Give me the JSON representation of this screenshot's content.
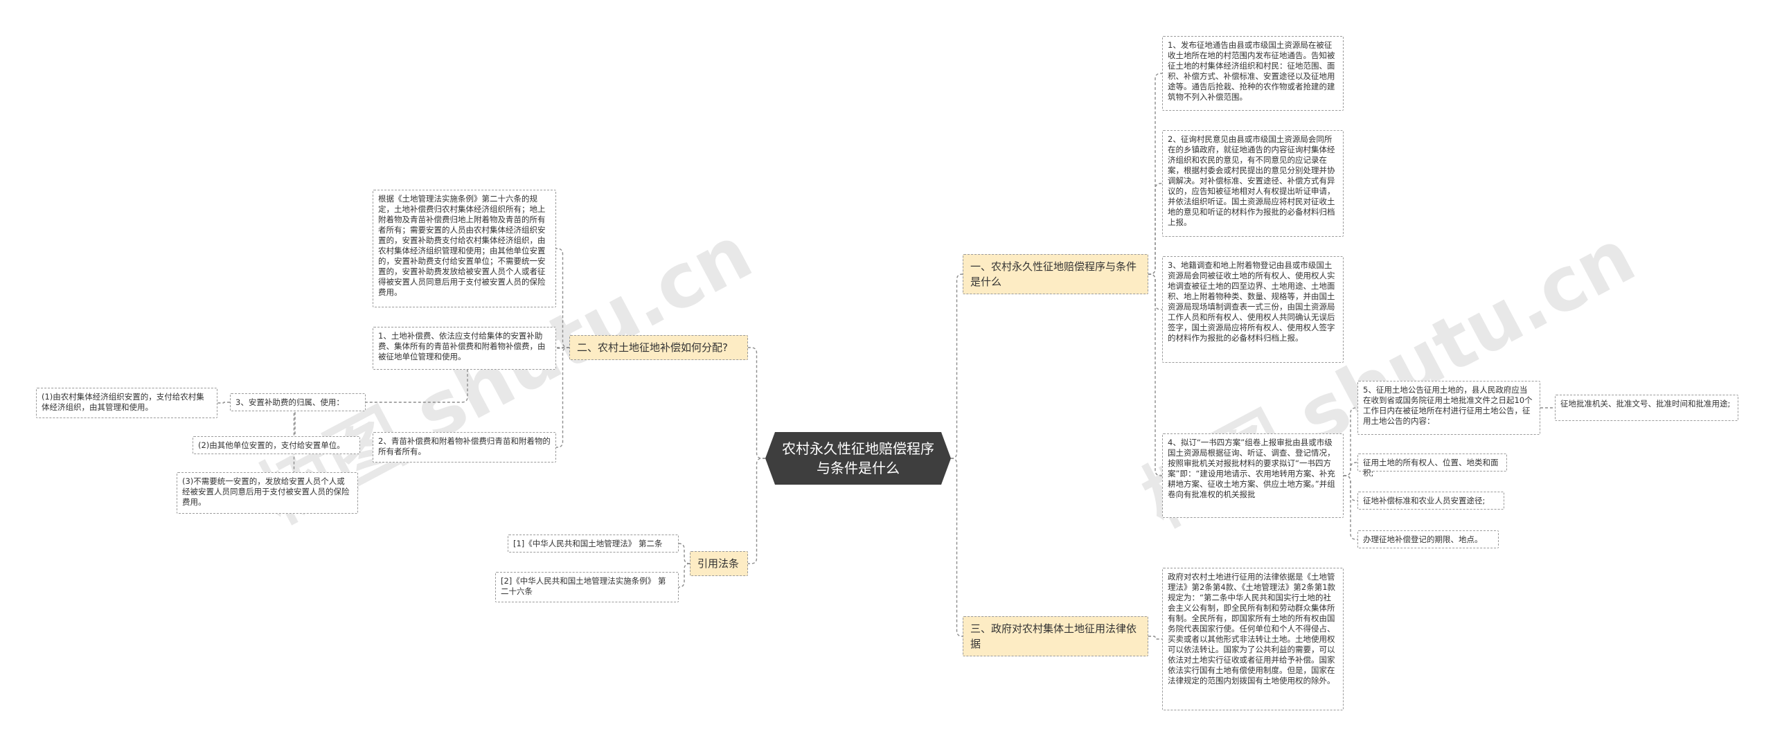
{
  "root": {
    "title": "农村永久性征地赔偿程序与条件是什么"
  },
  "watermark": {
    "text": "树图 shutu.cn"
  },
  "branches": {
    "b1": "一、农村永久性征地赔偿程序与条件是什么",
    "b2": "二、农村土地征地补偿如何分配?",
    "b3": "三、政府对农村集体土地征用法律依据",
    "b4": "引用法条"
  },
  "b1_items": {
    "i1": "1、发布征地通告由县或市级国土资源局在被征收土地所在地的村范围内发布征地通告。告知被征土地的村集体经济组织和村民：征地范围、面积、补偿方式、补偿标准、安置途径以及征地用途等。通告后抢栽、抢种的农作物或者抢建的建筑物不列入补偿范围。",
    "i2": "2、征询村民意见由县或市级国土资源局会同所在的乡镇政府，就征地通告的内容征询村集体经济组织和农民的意见，有不同意见的应记录在案，根据村委会或村民提出的意见分别处理并协调解决。对补偿标准、安置途径、补偿方式有异议的，应告知被征地相对人有权提出听证申请，并依法组织听证。国土资源局应将村民对征收土地的意见和听证的材料作为报批的必备材料归档上报。",
    "i3": "3、地籍调查和地上附着物登记由县或市级国土资源局会同被征收土地的所有权人、使用权人实地调查被征土地的四至边界、土地用途、土地面积、地上附着物种类、数量、规格等，并由国土资源局现场填制调查表一式三份，由国土资源局工作人员和所有权人、使用权人共同确认无误后签字，国土资源局应将所有权人、使用权人签字的材料作为报批的必备材料归档上报。",
    "i4": "4、拟订“一书四方案”组卷上报审批由县或市级国土资源局根据征询、听证、调查、登记情况，按照审批机关对报批材料的要求拟订“一书四方案”即：“建设用地请示、农用地转用方案、补充耕地方案、征收土地方案、供应土地方案。”并组卷向有批准权的机关报批",
    "i5": "5、征用土地公告征用土地的，县人民政府应当在收到省或国务院征用土地批准文件之日起10个工作日内在被征地所在村进行征用土地公告，征用土地公告的内容：",
    "s1": "征地批准机关、批准文号、批准时间和批准用途;",
    "s2": "征用土地的所有权人、位置、地类和面积;",
    "s3": "征地补偿标准和农业人员安置途径;",
    "s4": "办理征地补偿登记的期限、地点。"
  },
  "b2_items": {
    "t0": "根据《土地管理法实施条例》第二十六条的规定，土地补偿费归农村集体经济组织所有；地上附着物及青苗补偿费归地上附着物及青苗的所有者所有；需要安置的人员由农村集体经济组织安置的，安置补助费支付给农村集体经济组织，由农村集体经济组织管理和使用；由其他单位安置的，安置补助费支付给安置单位；不需要统一安置的，安置补助费发放给被安置人员个人或者征得被安置人员同意后用于支付被安置人员的保险费用。",
    "t1": "1、土地补偿费、依法应支付给集体的安置补助费、集体所有的青苗补偿费和附着物补偿费，由被征地单位管理和使用。",
    "t3": "3、安置补助费的归属、使用：",
    "t2": "2、青苗补偿费和附着物补偿费归青苗和附着物的所有者所有。",
    "u1": "(1)由农村集体经济组织安置的，支付给农村集体经济组织，由其管理和使用。",
    "u2": "(2)由其他单位安置的，支付给安置单位。",
    "u3": "(3)不需要统一安置的，发放给安置人员个人或经被安置人员同意后用于支付被安置人员的保险费用。"
  },
  "b3_items": {
    "l1": "政府对农村土地进行征用的法律依据是《土地管理法》第2条第4款、《土地管理法》第2条第1款规定为：“第二条中华人民共和国实行土地的社会主义公有制，即全民所有制和劳动群众集体所有制。全民所有，即国家所有土地的所有权由国务院代表国家行使。任何单位和个人不得侵占、买卖或者以其他形式非法转让土地。土地使用权可以依法转让。国家为了公共利益的需要，可以依法对土地实行征收或者征用并给予补偿。国家依法实行国有土地有偿使用制度。但是，国家在法律规定的范围内划拨国有土地使用权的除外。"
  },
  "b4_items": {
    "r1": "[1]《中华人民共和国土地管理法》 第二条",
    "r2": "[2]《中华人民共和国土地管理法实施条例》 第二十六条"
  }
}
